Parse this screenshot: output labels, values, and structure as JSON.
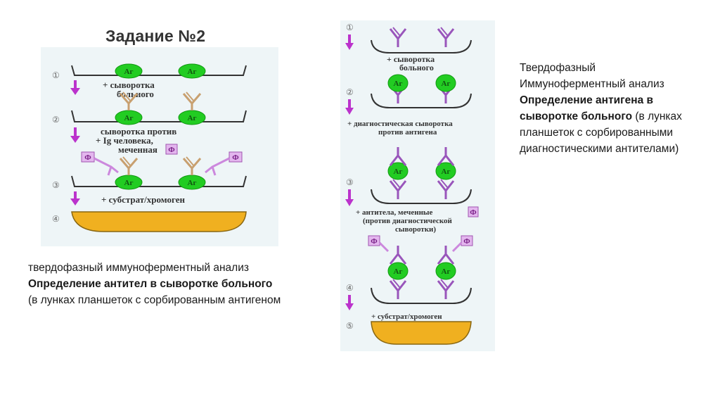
{
  "title": "Задание №2",
  "left_diagram": {
    "steps": [
      "①",
      "②",
      "③",
      "④"
    ],
    "antigen_label": "Аг",
    "enzyme_label": "Ф",
    "reagents": {
      "r1_line1": "+ сыворотка",
      "r1_line2": "больного",
      "r2_line1": "сыворотка против",
      "r2_line2": "+ Ig человека,",
      "r2_line3": "меченная",
      "r3": "+ субстрат/хромоген"
    }
  },
  "right_diagram": {
    "steps": [
      "①",
      "②",
      "③",
      "④",
      "⑤"
    ],
    "antigen_label": "Аг",
    "enzyme_label": "Ф",
    "reagents": {
      "r1_line1": "+ сыворотка",
      "r1_line2": "больного",
      "r2_line1": "+ диагностическая сыворотка",
      "r2_line2": "против антигена",
      "r3_line1": "+ антитела, меченные",
      "r3_line2": "(против диагностической",
      "r3_line3": "сыворотки)",
      "r4": "+ субстрат/хромоген"
    }
  },
  "caption_left": {
    "line1": "твердофазный иммуноферментный анализ",
    "bold": "Определение антител в сыворотке больного",
    "rest": "(в лунках планшеток с сорбированным антигеном"
  },
  "caption_right": {
    "line1": "Твердофазный",
    "line2": "Иммуноферментный анализ",
    "bold": "Определение антигена в сыворотке больного",
    "rest": "(в лунках планшеток с сорбированными диагностическими антителами)"
  },
  "colors": {
    "antigen": "#22cc22",
    "enzyme_box": "#e3b6ee",
    "antibody_patient": "#c8a070",
    "antibody_diag": "#9955bb",
    "arrow": "#bb33cc",
    "substrate": "#f0b020",
    "panel": "#eef5f7"
  }
}
